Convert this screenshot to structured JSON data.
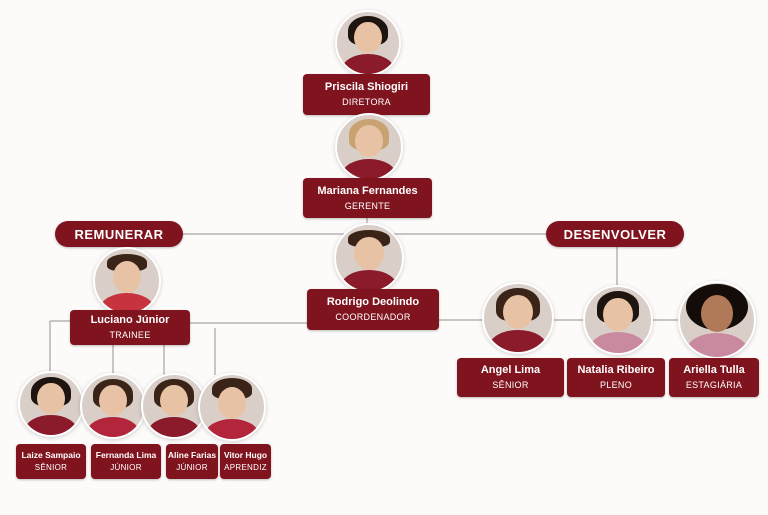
{
  "accent_color": "#80141e",
  "departments": {
    "left": "REMUNERAR",
    "right": "DESENVOLVER"
  },
  "members": {
    "priscila": {
      "name": "Priscila Shiogiri",
      "role": "DIRETORA"
    },
    "mariana": {
      "name": "Mariana Fernandes",
      "role": "GERENTE"
    },
    "rodrigo": {
      "name": "Rodrigo Deolindo",
      "role": "COORDENADOR"
    },
    "luciano": {
      "name": "Luciano Júnior",
      "role": "TRAINEE"
    },
    "laize": {
      "name": "Laize Sampaio",
      "role": "SÊNIOR"
    },
    "fernanda": {
      "name": "Fernanda Lima",
      "role": "JÚNIOR"
    },
    "aline": {
      "name": "Aline Farias",
      "role": "JÚNIOR"
    },
    "vitor": {
      "name": "Vitor Hugo",
      "role": "APRENDIZ"
    },
    "angel": {
      "name": "Angel Lima",
      "role": "SÊNIOR"
    },
    "natalia": {
      "name": "Natalia Ribeiro",
      "role": "PLENO"
    },
    "ariella": {
      "name": "Ariella Tulla",
      "role": "ESTAGIÁRIA"
    }
  }
}
